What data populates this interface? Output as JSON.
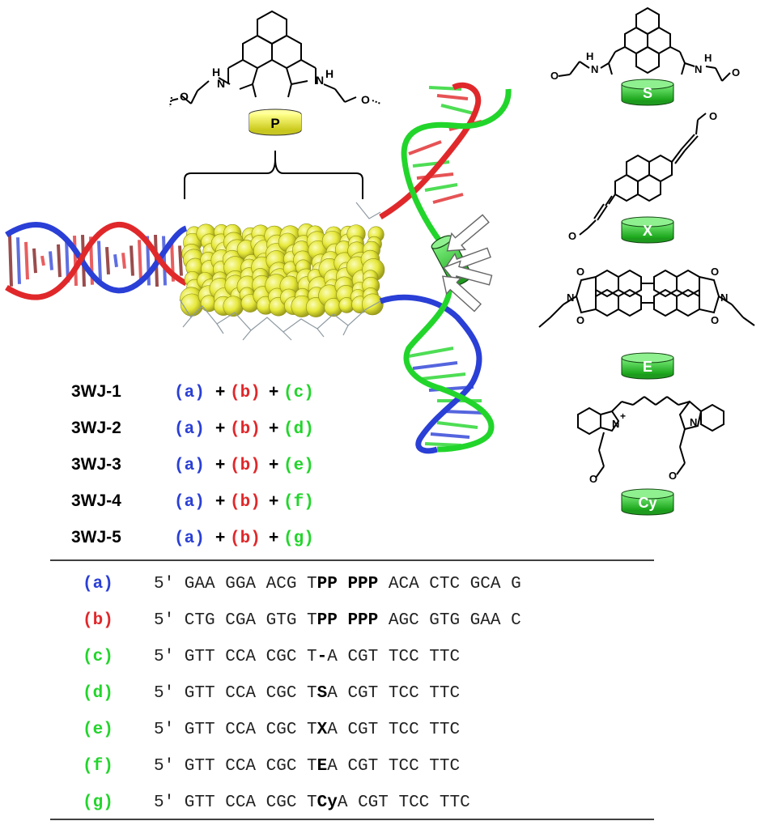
{
  "colors": {
    "strand_a": "#2a3fd6",
    "strand_b": "#e0282b",
    "strand_c": "#22d52b",
    "yellow": "#eef03e",
    "green_disc": "#3fd33f",
    "black": "#000000"
  },
  "top_chem": {
    "label": "P",
    "atoms": {
      "h1": "H",
      "n1": "N",
      "h2": "H",
      "n2": "N",
      "o1": "O",
      "o2": "O"
    }
  },
  "side_chems": [
    {
      "label": "S",
      "atoms": [
        "H",
        "N",
        "N",
        "H",
        "O",
        "O"
      ]
    },
    {
      "label": "X",
      "atoms": [
        "O",
        "O"
      ]
    },
    {
      "label": "E",
      "atoms": [
        "N",
        "N",
        "O",
        "O",
        "O",
        "O"
      ]
    },
    {
      "label": "Cy",
      "atoms": [
        "N",
        "+",
        "N",
        "O",
        "O"
      ]
    }
  ],
  "junctions": [
    {
      "name": "3WJ-1",
      "a": "(a)",
      "plus1": "+",
      "b": "(b)",
      "plus2": "+",
      "c": "(c)"
    },
    {
      "name": "3WJ-2",
      "a": "(a)",
      "plus1": "+",
      "b": "(b)",
      "plus2": "+",
      "c": "(d)"
    },
    {
      "name": "3WJ-3",
      "a": "(a)",
      "plus1": "+",
      "b": "(b)",
      "plus2": "+",
      "c": "(e)"
    },
    {
      "name": "3WJ-4",
      "a": "(a)",
      "plus1": "+",
      "b": "(b)",
      "plus2": "+",
      "c": "(f)"
    },
    {
      "name": "3WJ-5",
      "a": "(a)",
      "plus1": "+",
      "b": "(b)",
      "plus2": "+",
      "c": "(g)"
    }
  ],
  "sequences": [
    {
      "label": "(a)",
      "color": "#2a3fd6",
      "pre": "5′ GAA GGA ACG T",
      "bold": "PP PPP",
      "post": " ACA CTC GCA G"
    },
    {
      "label": "(b)",
      "color": "#e0282b",
      "pre": "5′ CTG CGA GTG T",
      "bold": "PP PPP",
      "post": " AGC GTG GAA C"
    },
    {
      "label": "(c)",
      "color": "#22d52b",
      "pre": "5′ GTT CCA CGC T",
      "bold": "-",
      "post": "A CGT TCC TTC"
    },
    {
      "label": "(d)",
      "color": "#22d52b",
      "pre": "5′ GTT CCA CGC T",
      "bold": "S",
      "post": "A CGT TCC TTC"
    },
    {
      "label": "(e)",
      "color": "#22d52b",
      "pre": "5′ GTT CCA CGC T",
      "bold": "X",
      "post": "A CGT TCC TTC"
    },
    {
      "label": "(f)",
      "color": "#22d52b",
      "pre": "5′ GTT CCA CGC T",
      "bold": "E",
      "post": "A CGT TCC TTC"
    },
    {
      "label": "(g)",
      "color": "#22d52b",
      "pre": "5′ GTT CCA CGC T",
      "bold": "Cy",
      "post": "A CGT TCC TTC"
    }
  ]
}
